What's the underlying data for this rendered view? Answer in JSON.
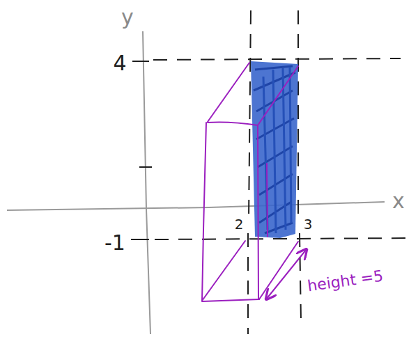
{
  "diagram": {
    "labels": [
      "y",
      "x",
      "4",
      "-1",
      "2",
      "3",
      "height =5"
    ]
  }
}
